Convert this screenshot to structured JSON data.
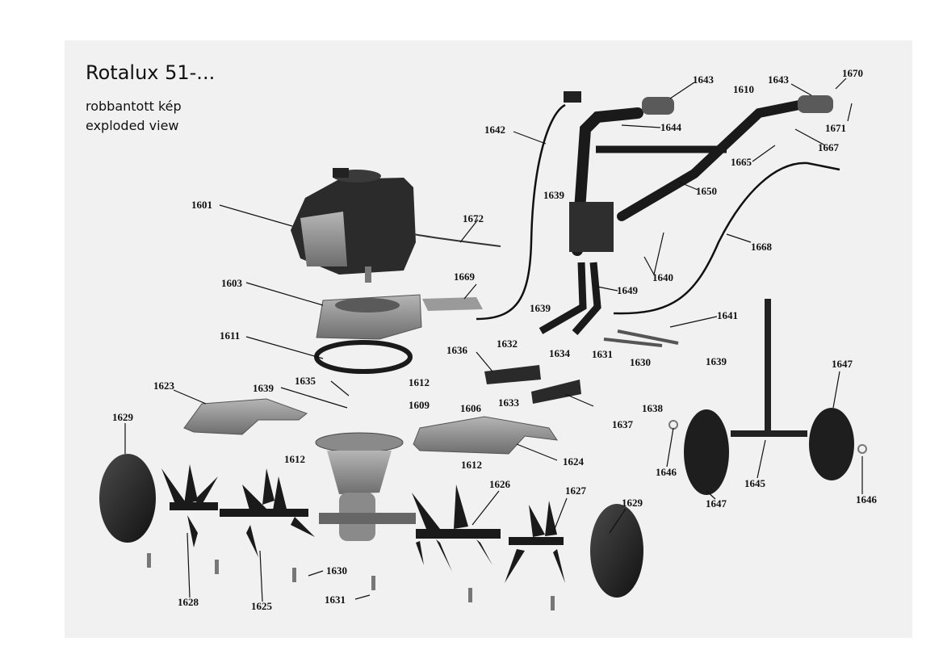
{
  "header": {
    "title": "Rotalux 51-...",
    "subtitle_hu": "robbantott kép",
    "subtitle_en": "exploded view"
  },
  "colors": {
    "part": "#1a1a1a",
    "background": "#f1f1f1",
    "metal": "#8a8a8a"
  },
  "callouts": [
    "1601",
    "1603",
    "1611",
    "1623",
    "1629",
    "1628",
    "1625",
    "1612",
    "1639",
    "1635",
    "1609",
    "1669",
    "1672",
    "1642",
    "1636",
    "1632",
    "1606",
    "1633",
    "1634",
    "1631",
    "1630",
    "1638",
    "1637",
    "1624",
    "1626",
    "1627",
    "1643",
    "1610",
    "1644",
    "1639",
    "1650",
    "1665",
    "1667",
    "1670",
    "1671",
    "1668",
    "1640",
    "1649",
    "1641",
    "1647",
    "1646",
    "1645",
    "1612",
    "1612",
    "1639",
    "1639",
    "1629",
    "1643",
    "1630",
    "1631",
    "1647",
    "1646"
  ]
}
